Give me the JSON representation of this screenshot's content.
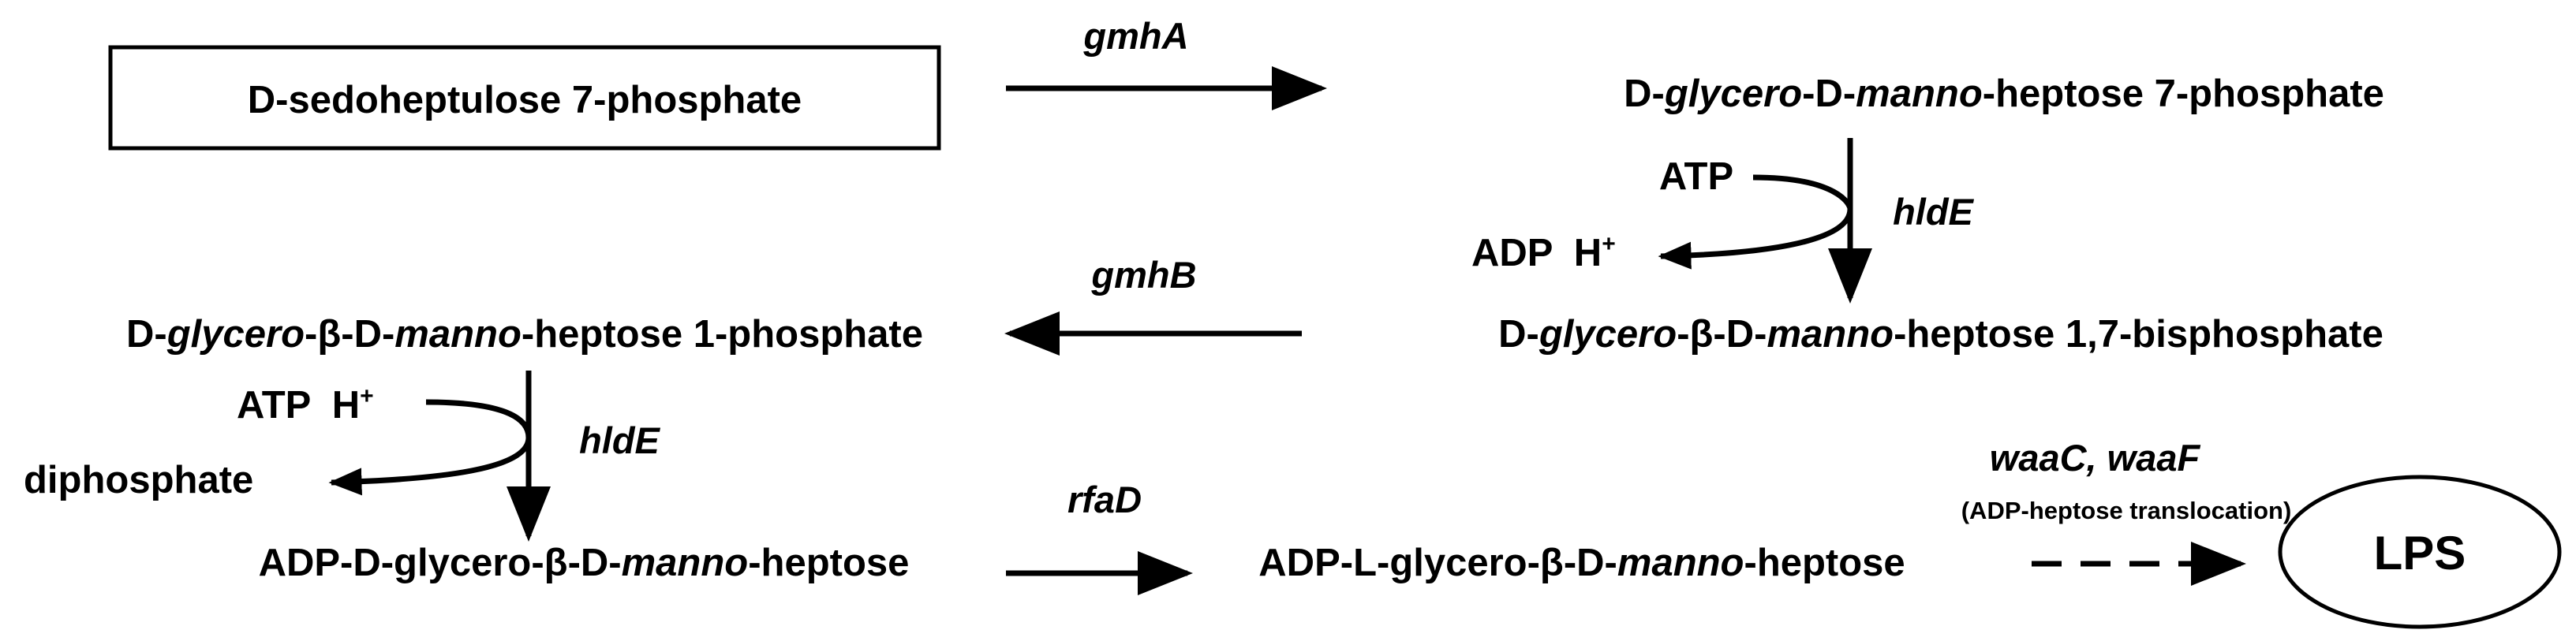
{
  "compounds": {
    "sedoheptulose": "D-sedoheptulose 7-phosphate",
    "hep7p": [
      "D-",
      "glycero",
      "-D-",
      "manno",
      "-heptose 7-phosphate"
    ],
    "hep17bp": [
      "D-",
      "glycero",
      "-β-D-",
      "manno",
      "-heptose 1,7-bisphosphate"
    ],
    "hep1p": [
      "D-",
      "glycero",
      "-β-D-",
      "manno",
      "-heptose 1-phosphate"
    ],
    "adp_d": [
      "ADP-D-glycero-β-D-",
      "manno",
      "-heptose"
    ],
    "adp_l": [
      "ADP-L-glycero-β-D-",
      "manno",
      "-heptose"
    ],
    "lps": "LPS"
  },
  "enzymes": {
    "gmhA": "gmhA",
    "hldE_1": "hldE",
    "gmhB": "gmhB",
    "hldE_2": "hldE",
    "rfaD": "rfaD",
    "waa": "waaC, waaF",
    "waa_note": "(ADP-heptose translocation)"
  },
  "cofactors": {
    "atp_1": "ATP",
    "adp_h_1": "ADP  H",
    "atp_h_2": "ATP  H",
    "plus": "+",
    "diphosphate": "diphosphate"
  }
}
